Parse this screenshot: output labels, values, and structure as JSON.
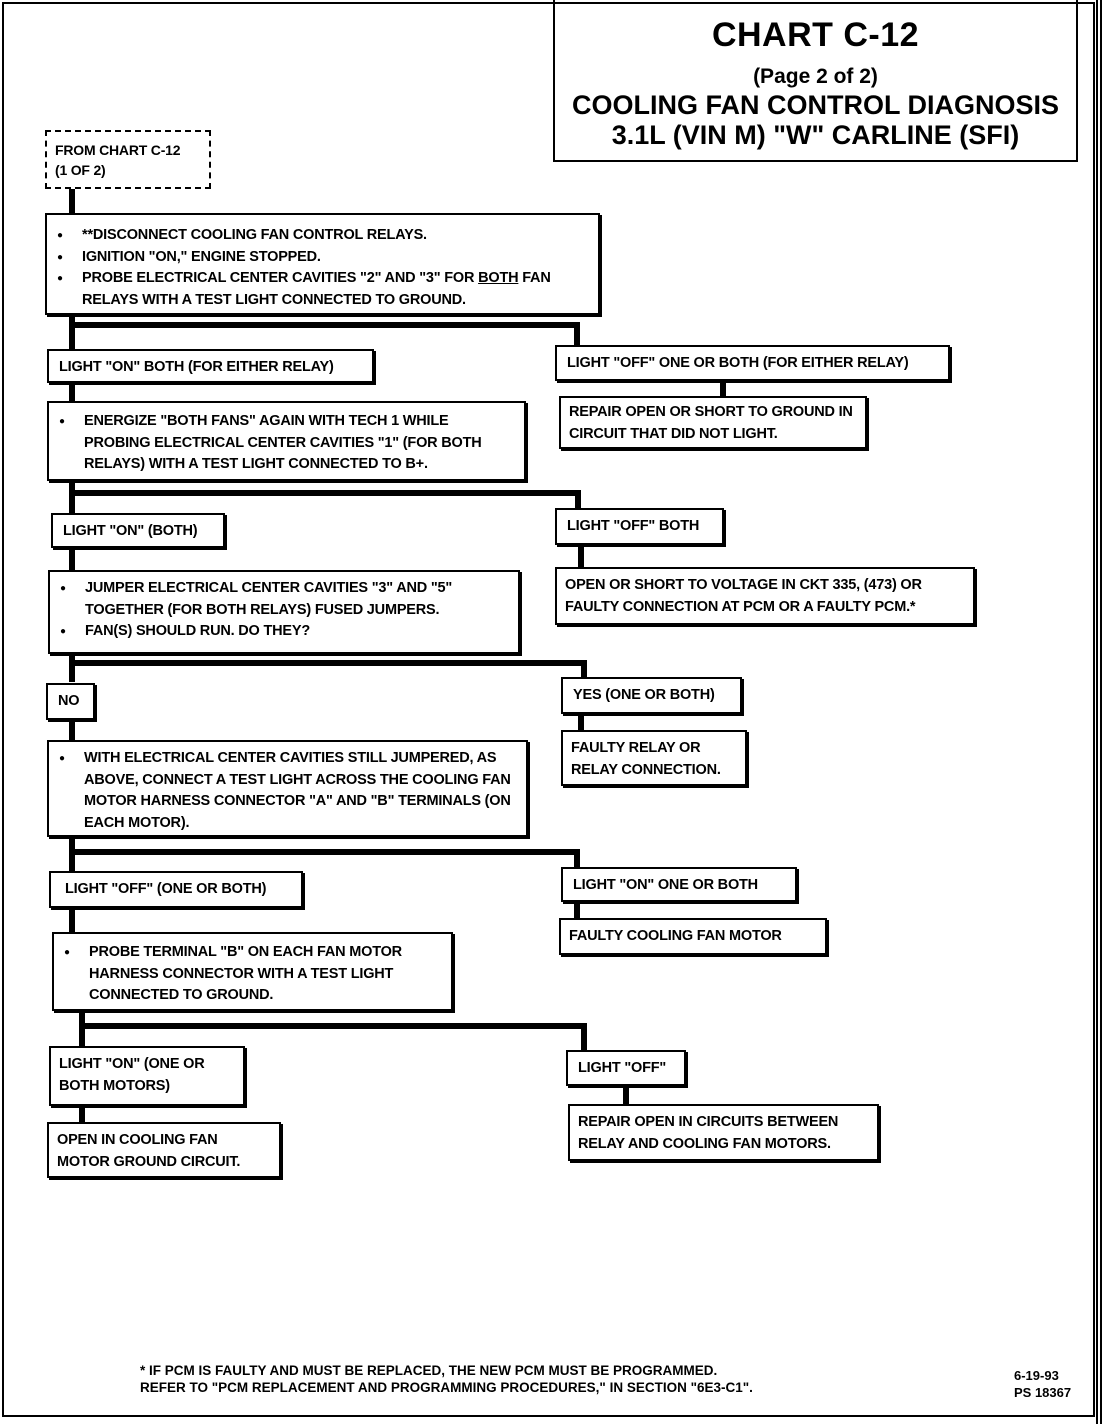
{
  "header": {
    "title": "CHART C-12",
    "page": "(Page 2 of 2)",
    "subtitle_line1": "COOLING FAN CONTROL DIAGNOSIS",
    "subtitle_line2": "3.1L  (VIN M)  \"W\"  CARLINE  (SFI)"
  },
  "from_chart": {
    "line1": "FROM CHART C-12",
    "line2": "(1 OF 2)"
  },
  "step1": {
    "items": [
      "**DISCONNECT COOLING FAN CONTROL RELAYS.",
      "IGNITION \"ON,\" ENGINE STOPPED.",
      "PROBE ELECTRICAL CENTER CAVITIES \"2\" AND \"3\" FOR BOTH FAN RELAYS WITH A TEST LIGHT CONNECTED TO GROUND."
    ]
  },
  "branch1": {
    "left": "LIGHT \"ON\" BOTH (FOR EITHER RELAY)",
    "right": "LIGHT \"OFF\" ONE OR BOTH (FOR EITHER RELAY)",
    "right_result": "REPAIR OPEN OR SHORT TO GROUND IN CIRCUIT THAT DID NOT LIGHT."
  },
  "step2": {
    "items": [
      "ENERGIZE \"BOTH FANS\" AGAIN WITH TECH 1 WHILE PROBING ELECTRICAL CENTER CAVITIES \"1\" (FOR BOTH RELAYS) WITH A TEST LIGHT CONNECTED TO B+."
    ]
  },
  "branch2": {
    "left": "LIGHT \"ON\" (BOTH)",
    "right": "LIGHT \"OFF\" BOTH",
    "right_result": "OPEN OR SHORT TO VOLTAGE  IN CKT 335, (473) OR FAULTY CONNECTION AT PCM OR A FAULTY PCM.*"
  },
  "step3": {
    "items": [
      "JUMPER  ELECTRICAL CENTER CAVITIES \"3\" AND \"5\" TOGETHER  (FOR BOTH RELAYS) FUSED JUMPERS.",
      "FAN(S) SHOULD RUN.  DO THEY?"
    ]
  },
  "branch3": {
    "left": "NO",
    "right": "YES (ONE OR BOTH)",
    "right_result": "FAULTY RELAY OR RELAY CONNECTION."
  },
  "step4": {
    "items": [
      "WITH  ELECTRICAL CENTER CAVITIES STILL JUMPERED, AS ABOVE, CONNECT A TEST LIGHT ACROSS THE COOLING FAN MOTOR HARNESS CONNECTOR \"A\" AND \"B\" TERMINALS (ON EACH MOTOR)."
    ]
  },
  "branch4": {
    "left": "LIGHT \"OFF\" (ONE OR BOTH)",
    "right": "LIGHT \"ON\" ONE OR BOTH",
    "right_result": "FAULTY COOLING FAN MOTOR"
  },
  "step5": {
    "items": [
      "PROBE TERMINAL \"B\" ON EACH FAN MOTOR HARNESS CONNECTOR WITH A TEST LIGHT CONNECTED TO GROUND."
    ]
  },
  "branch5": {
    "left": "LIGHT \"ON\" (ONE OR BOTH MOTORS)",
    "left_result": "OPEN IN COOLING FAN MOTOR GROUND CIRCUIT.",
    "right": "LIGHT \"OFF\"",
    "right_result": "REPAIR OPEN IN CIRCUITS BETWEEN RELAY AND COOLING FAN MOTORS."
  },
  "footnote": {
    "line1": "*   IF PCM IS FAULTY AND MUST BE REPLACED, THE NEW PCM MUST BE PROGRAMMED.",
    "line2": "REFER TO \"PCM REPLACEMENT AND PROGRAMMING PROCEDURES,\" IN SECTION \"6E3-C1\"."
  },
  "doc_code": {
    "date": "6-19-93",
    "ps": "PS 18367"
  }
}
